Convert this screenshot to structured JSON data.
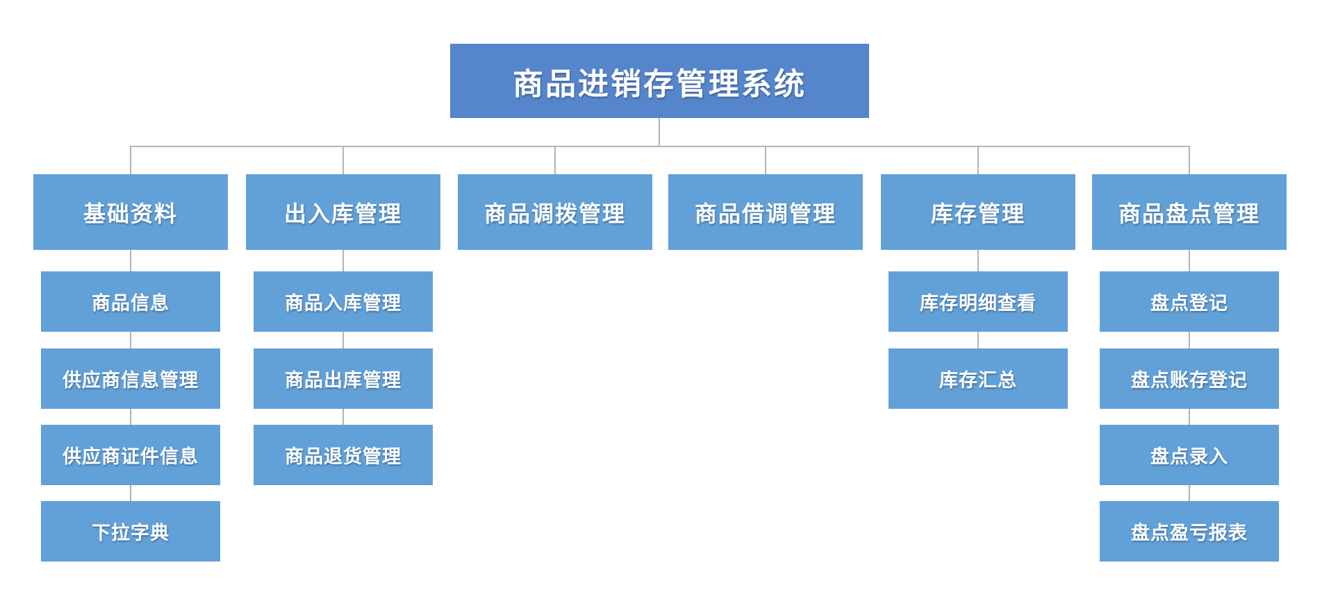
{
  "diagram": {
    "type": "org-chart",
    "title": "商品进销存管理系统",
    "colors": {
      "root_fill": "#5585cb",
      "node_fill": "#62a0d8",
      "connector": "#b3b3b3",
      "text": "#ffffff",
      "background": "#ffffff"
    },
    "root": {
      "label": "商品进销存管理系统"
    },
    "branches": [
      {
        "label": "基础资料",
        "children": [
          "商品信息",
          "供应商信息管理",
          "供应商证件信息",
          "下拉字典"
        ]
      },
      {
        "label": "出入库管理",
        "children": [
          "商品入库管理",
          "商品出库管理",
          "商品退货管理"
        ]
      },
      {
        "label": "商品调拨管理",
        "children": []
      },
      {
        "label": "商品借调管理",
        "children": []
      },
      {
        "label": "库存管理",
        "children": [
          "库存明细查看",
          "库存汇总"
        ]
      },
      {
        "label": "商品盘点管理",
        "children": [
          "盘点登记",
          "盘点账存登记",
          "盘点录入",
          "盘点盈亏报表"
        ]
      }
    ]
  }
}
